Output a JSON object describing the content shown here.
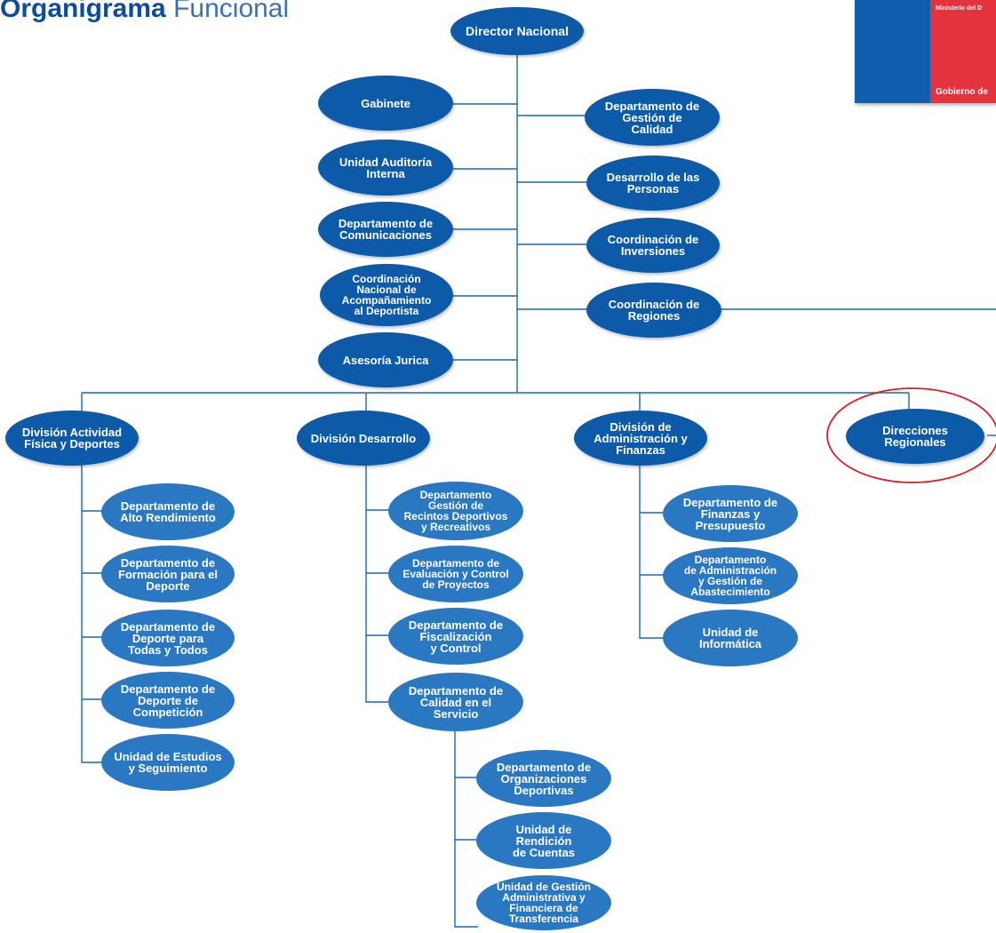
{
  "title": {
    "bold": "Organigrama",
    "light": "Funcional"
  },
  "logo": {
    "ministry": "Ministerio del D",
    "government": "Gobierno de"
  },
  "nodes": {
    "director": "Director Nacional",
    "gabinete": "Gabinete",
    "auditoria": "Unidad Auditoría\nInterna",
    "comunicaciones": "Departamento de\nComunicaciones",
    "acompanamiento": "Coordinación\nNacional de\nAcompañamiento\nal Deportista",
    "juridica": "Asesoría Jurica",
    "calidad": "Departamento de\nGestión de\nCalidad",
    "personas": "Desarrollo de las\nPersonas",
    "inversiones": "Coordinación de\nInversiones",
    "regiones": "Coordinación de\nRegiones",
    "div_actividad": "División Actividad\nFísica y Deportes",
    "div_desarrollo": "División Desarrollo",
    "div_admin": "División de\nAdministración y\nFinanzas",
    "direcciones": "Direcciones\nRegionales",
    "alto_rendimiento": "Departamento de\nAlto Rendimiento",
    "formacion": "Departamento de\nFormación para el\nDeporte",
    "todas_todos": "Departamento de\nDeporte para\nTodas y Todos",
    "competicion": "Departamento de\nDeporte de\nCompetición",
    "estudios": "Unidad de Estudios\ny Seguimiento",
    "recintos": "Departamento\nGestión de\nRecintos Deportivos\ny Recreativos",
    "evaluacion": "Departamento de\nEvaluación y Control\nde Proyectos",
    "fiscalizacion": "Departamento de\nFiscalización\ny Control",
    "calidad_servicio": "Departamento de\nCalidad en el\nServicio",
    "organizaciones": "Departamento de\nOrganizaciones\nDeportivas",
    "rendicion": "Unidad de\nRendición\nde Cuentas",
    "transferencias": "Unidad de Gestión\nAdministrativa y\nFinanciera de\nTransferencia",
    "finanzas": "Departamento de\nFinanzas y\nPresupuesto",
    "abastecimiento": "Departamento\nde Administración\ny Gestión de\nAbastecimiento",
    "informatica": "Unidad de\nInformática"
  },
  "colors": {
    "node": "#1b67b3",
    "line": "#1b67b3",
    "highlight": "#d81e23",
    "title": "#0d4c9c",
    "logo_blue": "#0f5fae",
    "logo_red": "#e2333e"
  }
}
